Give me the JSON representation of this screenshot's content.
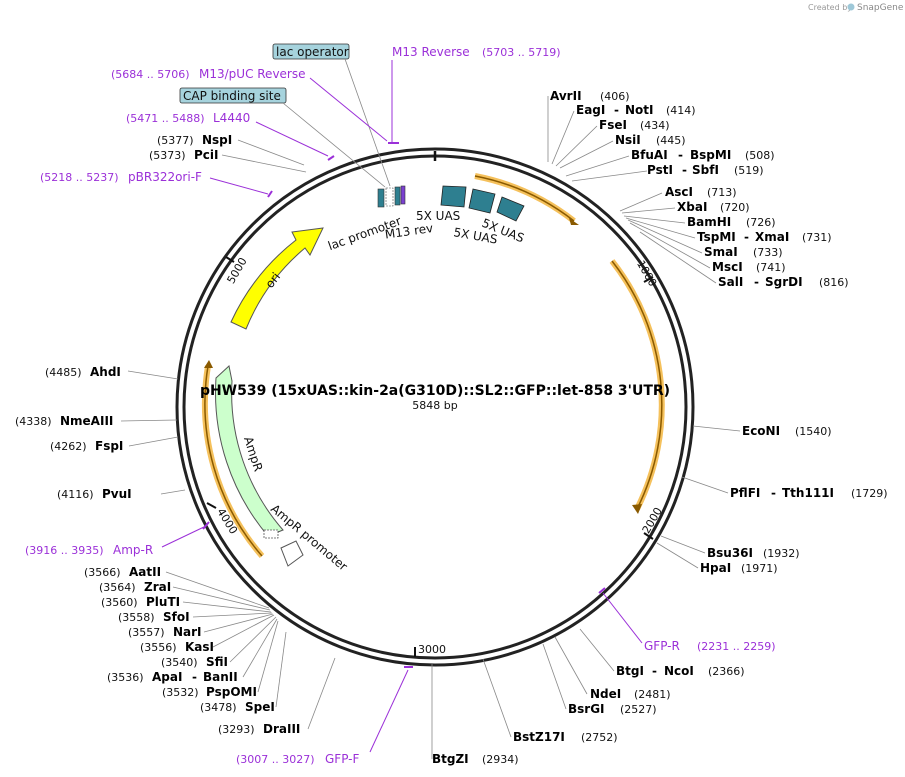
{
  "credit": {
    "prefix": "Created by",
    "brand": "SnapGene"
  },
  "title": "pHW539 (15xUAS::kin-2a(G310D)::SL2::GFP::let-858 3'UTR)",
  "size": "5848 bp",
  "ticks": [
    "1000",
    "2000",
    "3000",
    "4000",
    "5000"
  ],
  "features": {
    "ori": "ori",
    "ampr": "AmpR",
    "ampr_promoter": "AmpR promoter",
    "lac_promoter": "lac promoter",
    "m13_rev": "M13 rev",
    "uas1": "5X UAS",
    "uas2": "5X UAS",
    "uas3": "5X UAS"
  },
  "boxed": {
    "lac_operator": "lac operator",
    "cap_site": "CAP binding site"
  },
  "primers": {
    "m13reverse_name": "M13 Reverse",
    "m13reverse_range": "(5703 .. 5719)",
    "m13puc_name": "M13/pUC Reverse",
    "m13puc_range": "(5684 .. 5706)",
    "l4440_name": "L4440",
    "l4440_range": "(5471 .. 5488)",
    "pbr_name": "pBR322ori-F",
    "pbr_range": "(5218 .. 5237)",
    "ampr_name": "Amp-R",
    "ampr_range": "(3916 .. 3935)",
    "gfpf_name": "GFP-F",
    "gfpf_range": "(3007 .. 3027)",
    "gfpr_name": "GFP-R",
    "gfpr_range": "(2231 .. 2259)"
  },
  "enzymes": {
    "avrii": "AvrII",
    "avrii_pos": "(406)",
    "eagi": "EagI",
    "noti": "NotI",
    "eagi_pos": "(414)",
    "fsei": "FseI",
    "fsei_pos": "(434)",
    "nsii": "NsiI",
    "nsii_pos": "(445)",
    "bfuai": "BfuAI",
    "bspmi": "BspMI",
    "bfuai_pos": "(508)",
    "psti": "PstI",
    "sbfi": "SbfI",
    "psti_pos": "(519)",
    "asci": "AscI",
    "asci_pos": "(713)",
    "xbai": "XbaI",
    "xbai_pos": "(720)",
    "bamhi": "BamHI",
    "bamhi_pos": "(726)",
    "tspmi": "TspMI",
    "xmai": "XmaI",
    "tspmi_pos": "(731)",
    "smai": "SmaI",
    "smai_pos": "(733)",
    "msci": "MscI",
    "msci_pos": "(741)",
    "sali": "SalI",
    "sgrdi": "SgrDI",
    "sali_pos": "(816)",
    "econi": "EcoNI",
    "econi_pos": "(1540)",
    "pflfi": "PflFI",
    "tth111i": "Tth111I",
    "pflfi_pos": "(1729)",
    "bsu36i": "Bsu36I",
    "bsu36i_pos": "(1932)",
    "hpai": "HpaI",
    "hpai_pos": "(1971)",
    "btgi": "BtgI",
    "ncoi": "NcoI",
    "btgi_pos": "(2366)",
    "ndei": "NdeI",
    "ndei_pos": "(2481)",
    "bsrgi": "BsrGI",
    "bsrgi_pos": "(2527)",
    "bstz17i": "BstZ17I",
    "bstz17i_pos": "(2752)",
    "btgzi": "BtgZI",
    "btgzi_pos": "(2934)",
    "draiii": "DraIII",
    "draiii_pos": "(3293)",
    "spei": "SpeI",
    "spei_pos": "(3478)",
    "pspomi": "PspOMI",
    "pspomi_pos": "(3532)",
    "apai": "ApaI",
    "banii": "BanII",
    "apai_pos": "(3536)",
    "sfii": "SfiI",
    "sfii_pos": "(3540)",
    "kasi": "KasI",
    "kasi_pos": "(3556)",
    "nari": "NarI",
    "nari_pos": "(3557)",
    "sfoi": "SfoI",
    "sfoi_pos": "(3558)",
    "pluti": "PluTI",
    "pluti_pos": "(3560)",
    "zrai": "ZraI",
    "zrai_pos": "(3564)",
    "aatii": "AatII",
    "aatii_pos": "(3566)",
    "pvui": "PvuI",
    "pvui_pos": "(4116)",
    "fspi": "FspI",
    "fspi_pos": "(4262)",
    "nmeaiii": "NmeAIII",
    "nmeaiii_pos": "(4338)",
    "ahdi": "AhdI",
    "ahdi_pos": "(4485)",
    "pcii": "PciI",
    "pcii_pos": "(5373)",
    "nspi": "NspI",
    "nspi_pos": "(5377)"
  },
  "colors": {
    "backbone": "#222222",
    "ori": "#ffff00",
    "ampr": "#ccffcc",
    "uas": "#2e7f90",
    "orf_outline": "#f5c15c",
    "orf_arrow": "#8a5a00",
    "primer": "#9b30d8",
    "box_fill": "#a6d3dd"
  }
}
